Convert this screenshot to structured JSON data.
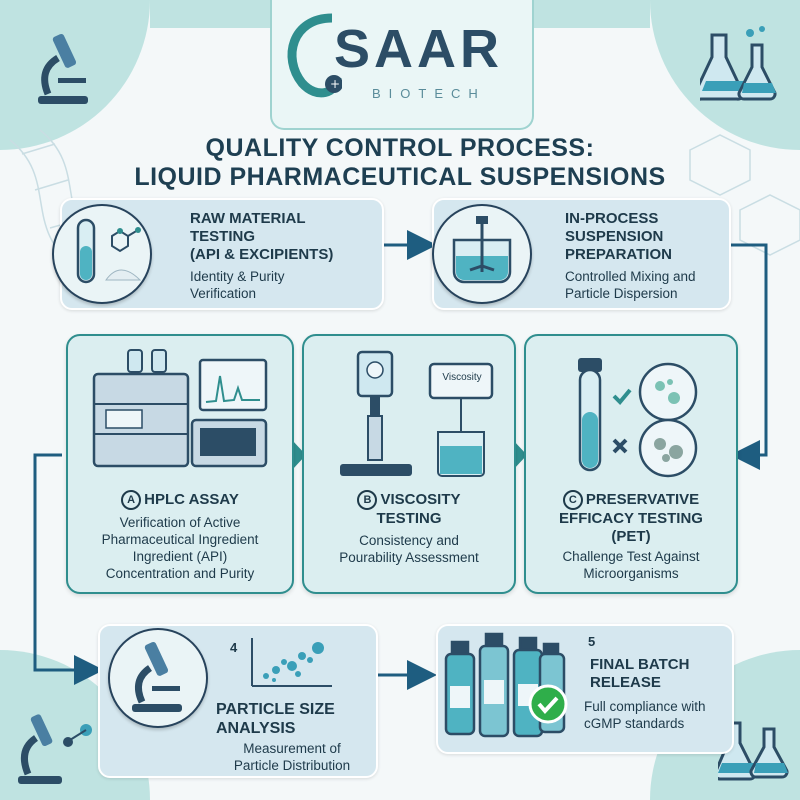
{
  "brand": {
    "name": "SAAR",
    "sub": "BIOTECH"
  },
  "title": {
    "line1": "QUALITY CONTROL PROCESS:",
    "line2": "LIQUID PHARMACEUTICAL SUSPENSIONS"
  },
  "steps": {
    "raw": {
      "title": [
        "RAW MATERIAL",
        "TESTING",
        "(API & EXCIPIENTS)"
      ],
      "desc": [
        "Identity & Purity",
        "Verification"
      ]
    },
    "inproc": {
      "title": [
        "IN-PROCESS",
        "SUSPENSION",
        "PREPARATION"
      ],
      "desc": [
        "Controlled Mixing and",
        "Particle Dispersion"
      ]
    },
    "hplc": {
      "badge": "A",
      "title": "HPLC ASSAY",
      "desc": [
        "Verification of Active",
        "Pharmaceutical Ingredient",
        "Ingredient (API)",
        "Concentration and Purity"
      ]
    },
    "visc": {
      "badge": "B",
      "title": [
        "VISCOSITY",
        "TESTING"
      ],
      "desc": [
        "Consistency and",
        "Pourability Assessment"
      ],
      "screen_label": "Viscosity"
    },
    "pet": {
      "badge": "C",
      "title": [
        "PRESERVATIVE",
        "EFFICACY TESTING",
        "(PET)"
      ],
      "desc": [
        "Challenge Test Against",
        "Microorganisms"
      ]
    },
    "particle": {
      "num": "4",
      "title": [
        "PARTICLE SIZE",
        "ANALYSIS"
      ],
      "desc": [
        "Measurement of",
        "Particle Distribution"
      ]
    },
    "release": {
      "num": "5",
      "title": [
        "FINAL BATCH",
        "RELEASE"
      ],
      "desc": [
        "Full compliance with",
        "cGMP standards"
      ]
    }
  },
  "colors": {
    "teal": "#2f8e8e",
    "navy": "#1e3f52",
    "accent_green": "#2fae4a",
    "panel": "#d5e7ef"
  }
}
